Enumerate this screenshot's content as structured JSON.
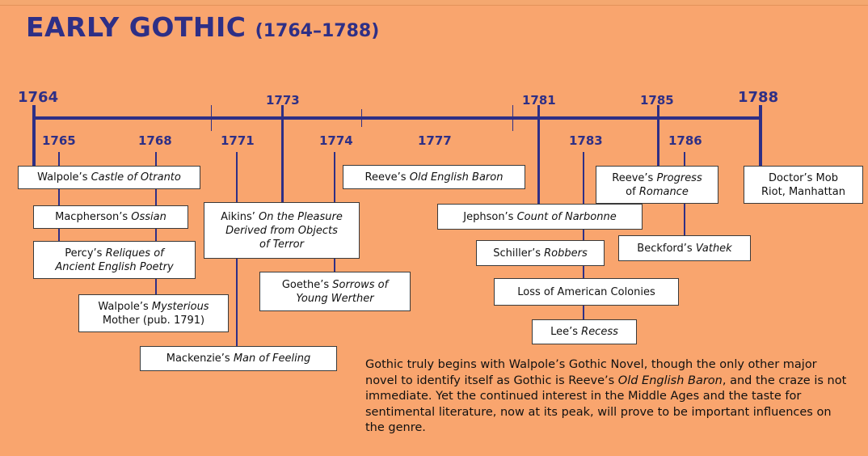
{
  "title": {
    "main": "EARLY GOTHIC",
    "years": "(1764–1788)"
  },
  "years": {
    "y1764": "1764",
    "y1765": "1765",
    "y1768": "1768",
    "y1771": "1771",
    "y1773": "1773",
    "y1774": "1774",
    "y1777": "1777",
    "y1781": "1781",
    "y1783": "1783",
    "y1785": "1785",
    "y1786": "1786",
    "y1788": "1788"
  },
  "events": {
    "otranto": {
      "prefix": "Walpole’s ",
      "italic": "Castle of Otranto"
    },
    "ossian": {
      "prefix": "Macpherson’s ",
      "italic": "Ossian"
    },
    "percy": {
      "prefix": "Percy’s ",
      "italic1": "Reliques of",
      "italic2": "Ancient English Poetry"
    },
    "mysterious": {
      "prefix": "Walpole’s ",
      "italic": "Mysterious",
      "line2": "Mother (pub. 1791)"
    },
    "mackenzie": {
      "prefix": "Mackenzie’s ",
      "italic": "Man of Feeling"
    },
    "aikins": {
      "prefix": "Aikins’ ",
      "italic1": "On the Pleasure",
      "italic2": "Derived from Objects",
      "italic3": "of Terror"
    },
    "goethe": {
      "prefix": "Goethe’s ",
      "italic1": "Sorrows of",
      "italic2": "Young Werther"
    },
    "reeve_baron": {
      "prefix": "Reeve’s ",
      "italic": "Old English Baron"
    },
    "jephson": {
      "prefix": "Jephson’s ",
      "italic": "Count of Narbonne"
    },
    "schiller": {
      "prefix": "Schiller’s ",
      "italic": "Robbers"
    },
    "colonies": {
      "text": "Loss of American Colonies"
    },
    "lee": {
      "prefix": "Lee’s ",
      "italic": "Recess"
    },
    "reeve_progress": {
      "prefix": "Reeve’s ",
      "italic1": "Progress",
      "line2_pre": "of ",
      "italic2": "Romance"
    },
    "beckford": {
      "prefix": "Beckford’s ",
      "italic": "Vathek"
    },
    "mob": {
      "line1": "Doctor’s Mob",
      "line2": "Riot, Manhattan"
    }
  },
  "note": {
    "p1": "Gothic truly begins with Walpole’s Gothic Novel, though the only other major novel to identify itself as Gothic is Reeve’s ",
    "italic": "Old English Baron",
    "p2": ", and the craze is not immediate. Yet the continued interest in the Middle Ages and the taste for sentimental literature, now at its peak, will prove to be important influences on the genre."
  },
  "colors": {
    "background": "#f9a56e",
    "accent": "#2e2f86",
    "box": "#ffffff"
  }
}
